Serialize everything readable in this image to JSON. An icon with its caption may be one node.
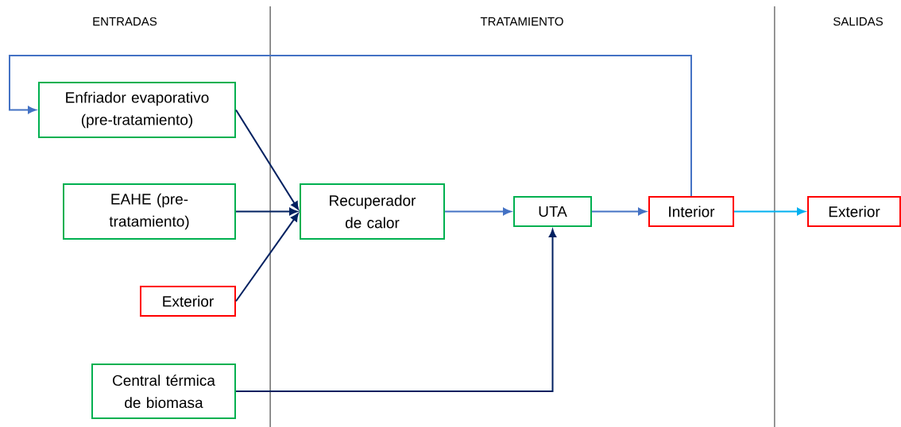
{
  "diagram": {
    "nodes": [
      {
        "text": [
          "Enfriador evaporativo (pre-tratamiento)"
        ]
      },
      {
        "text": [
          "EAHE (pre-tratamiento)"
        ]
      },
      {
        "text": [
          "Exterior"
        ]
      },
      {
        "text": [
          "Central térmica de biomasa"
        ]
      },
      {
        "text": [
          "Recuperador de calor"
        ]
      },
      {
        "text": [
          "UTA"
        ]
      },
      {
        "text": [
          "Interior"
        ]
      },
      {
        "text": [
          "Exterior"
        ]
      }
    ],
    "edges": [
      {
        "from": 0,
        "to": 4,
        "arrow": "to",
        "color": "#002060"
      },
      {
        "from": 1,
        "to": 4,
        "arrow": "to",
        "color": "#002060"
      },
      {
        "from": 2,
        "to": 4,
        "arrow": "to",
        "color": "#002060"
      },
      {
        "from": 3,
        "to": 5,
        "arrow": "to",
        "color": "#002060"
      },
      {
        "from": 4,
        "to": 5,
        "arrow": "to",
        "color": "#4472c4"
      },
      {
        "from": 5,
        "to": 6,
        "arrow": "to",
        "color": "#4472c4"
      },
      {
        "from": 6,
        "to": 7,
        "arrow": "to",
        "color": "#00b0f0"
      },
      {
        "from": 6,
        "to": 0,
        "arrow": "to",
        "color": "#4472c4"
      }
    ],
    "labels": [
      "ENTRADAS",
      "TRATAMIENTO",
      "SALIDAS"
    ]
  }
}
